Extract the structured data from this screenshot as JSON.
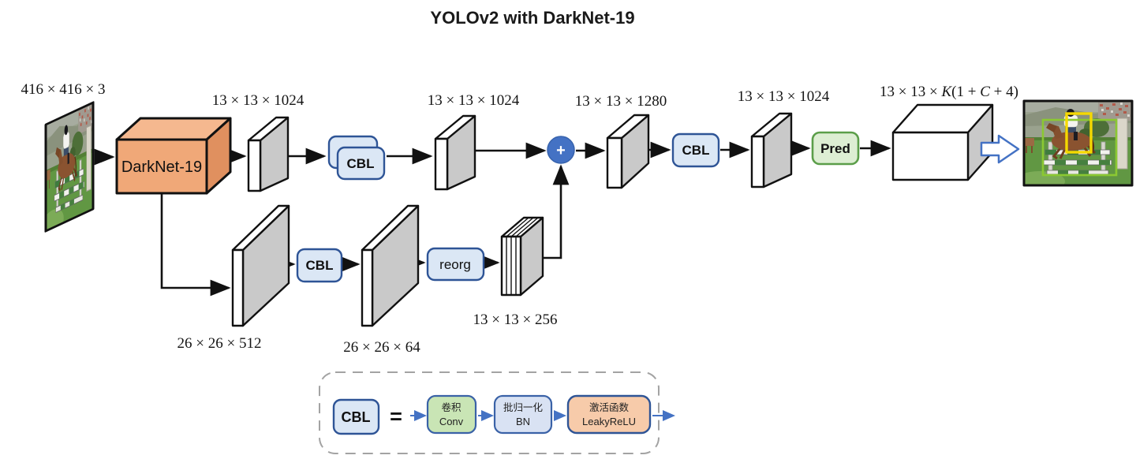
{
  "title": "YOLOv2 with DarkNet-19",
  "labels": {
    "input": "416 × 416 × 3",
    "feat1": "13 × 13 × 1024",
    "feat2": "13 × 13 × 1024",
    "feat3": "13 × 13 × 1280",
    "feat4": "13 × 13 × 1024",
    "low1": "26 × 26 × 512",
    "low2": "26 × 26 × 64",
    "reorg_out": "13 × 13 × 256",
    "output_parts": [
      "13 × 13 × ",
      "K",
      "(1 + ",
      "C",
      " + 4)"
    ]
  },
  "blocks": {
    "backbone": "DarkNet-19",
    "cbl_double": "CBL",
    "cbl_mid": "CBL",
    "cbl_low": "CBL",
    "reorg": "reorg",
    "pred": "Pred",
    "plus": "+"
  },
  "legend": {
    "cbl": "CBL",
    "equals": "=",
    "conv_zh": "卷积",
    "conv_en": "Conv",
    "bn_zh": "批归一化",
    "bn_en": "BN",
    "act_zh": "激活函数",
    "act_en": "LeakyReLU"
  },
  "colors": {
    "backbone_fill": "#f0a878",
    "cbl_fill": "#dbe7f5",
    "cbl_border": "#2e5496",
    "pred_fill": "#ddeed3",
    "pred_border": "#5b9e49",
    "plus_fill": "#4472c4",
    "legend_conv_fill": "#c9e5b5",
    "legend_bn_fill": "#d9e2f3",
    "legend_act_fill": "#f7cbaa",
    "slab_side_fill": "#c9c9c9",
    "arrow": "#111111",
    "legend_arrow": "#4472c4",
    "detection_box_green": "#8bc832",
    "detection_box_yellow": "#f5d800"
  }
}
